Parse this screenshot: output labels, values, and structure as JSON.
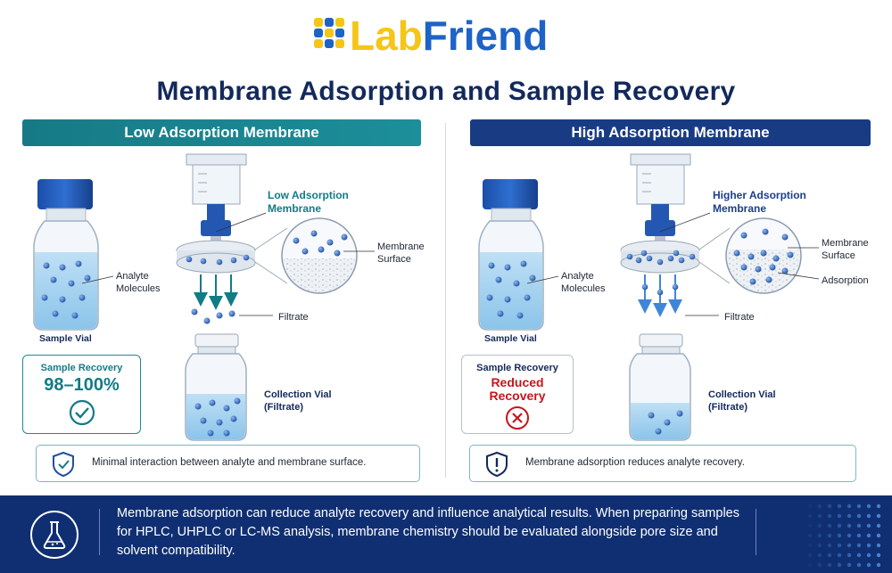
{
  "logo": {
    "text": "LabFriend"
  },
  "title": "Membrane Adsorption and Sample Recovery",
  "left": {
    "header": "Low Adsorption Membrane",
    "analyte_label": "Analyte\nMolecules",
    "sample_vial_label": "Sample Vial",
    "membrane_label": "Low Adsorption\nMembrane",
    "membrane_surface_label": "Membrane\nSurface",
    "filtrate_label": "Filtrate",
    "collection_label": "Collection Vial\n(Filtrate)",
    "recovery_title": "Sample Recovery",
    "recovery_value": "98–100%",
    "info_text": "Minimal interaction between analyte and membrane surface."
  },
  "right": {
    "header": "High Adsorption Membrane",
    "analyte_label": "Analyte\nMolecules",
    "sample_vial_label": "Sample Vial",
    "membrane_label": "Higher Adsorption\nMembrane",
    "membrane_surface_label": "Membrane\nSurface",
    "adsorption_label": "Adsorption",
    "filtrate_label": "Filtrate",
    "collection_label": "Collection Vial\n(Filtrate)",
    "recovery_title": "Sample Recovery",
    "recovery_value": "Reduced\nRecovery",
    "info_text": "Membrane adsorption reduces analyte recovery."
  },
  "footer": {
    "text": "Membrane adsorption can reduce analyte recovery and influence analytical results. When preparing samples for HPLC, UHPLC or LC-MS analysis, membrane chemistry should be evaluated alongside pore size and solvent compatibility."
  },
  "colors": {
    "navy": "#13295b",
    "teal": "#167a86",
    "blue": "#183b84",
    "red": "#c4161c",
    "logo_yellow": "#f5c518",
    "logo_blue": "#1e63c6"
  },
  "icons": [
    "logo-icon",
    "check-icon",
    "x-icon",
    "shield-check-icon",
    "shield-alert-icon",
    "flask-icon"
  ]
}
